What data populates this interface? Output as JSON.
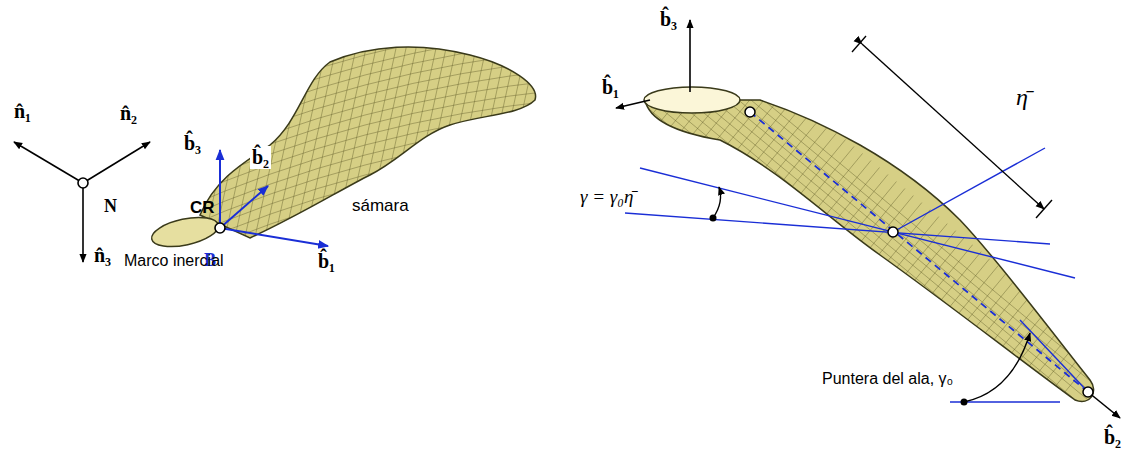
{
  "diagram": {
    "labels": [
      "b̂₃",
      "b̂₂",
      "CR",
      "n̂₁",
      "n̂₂",
      "sámara",
      "B",
      "b̂₁",
      "N",
      "n̂₃",
      "Marco inercial",
      "b̂₃",
      "b̂₁",
      "η̄",
      "γ = γ₀η̄",
      "Puntera del ala, γ₀",
      "b̂₂"
    ]
  }
}
